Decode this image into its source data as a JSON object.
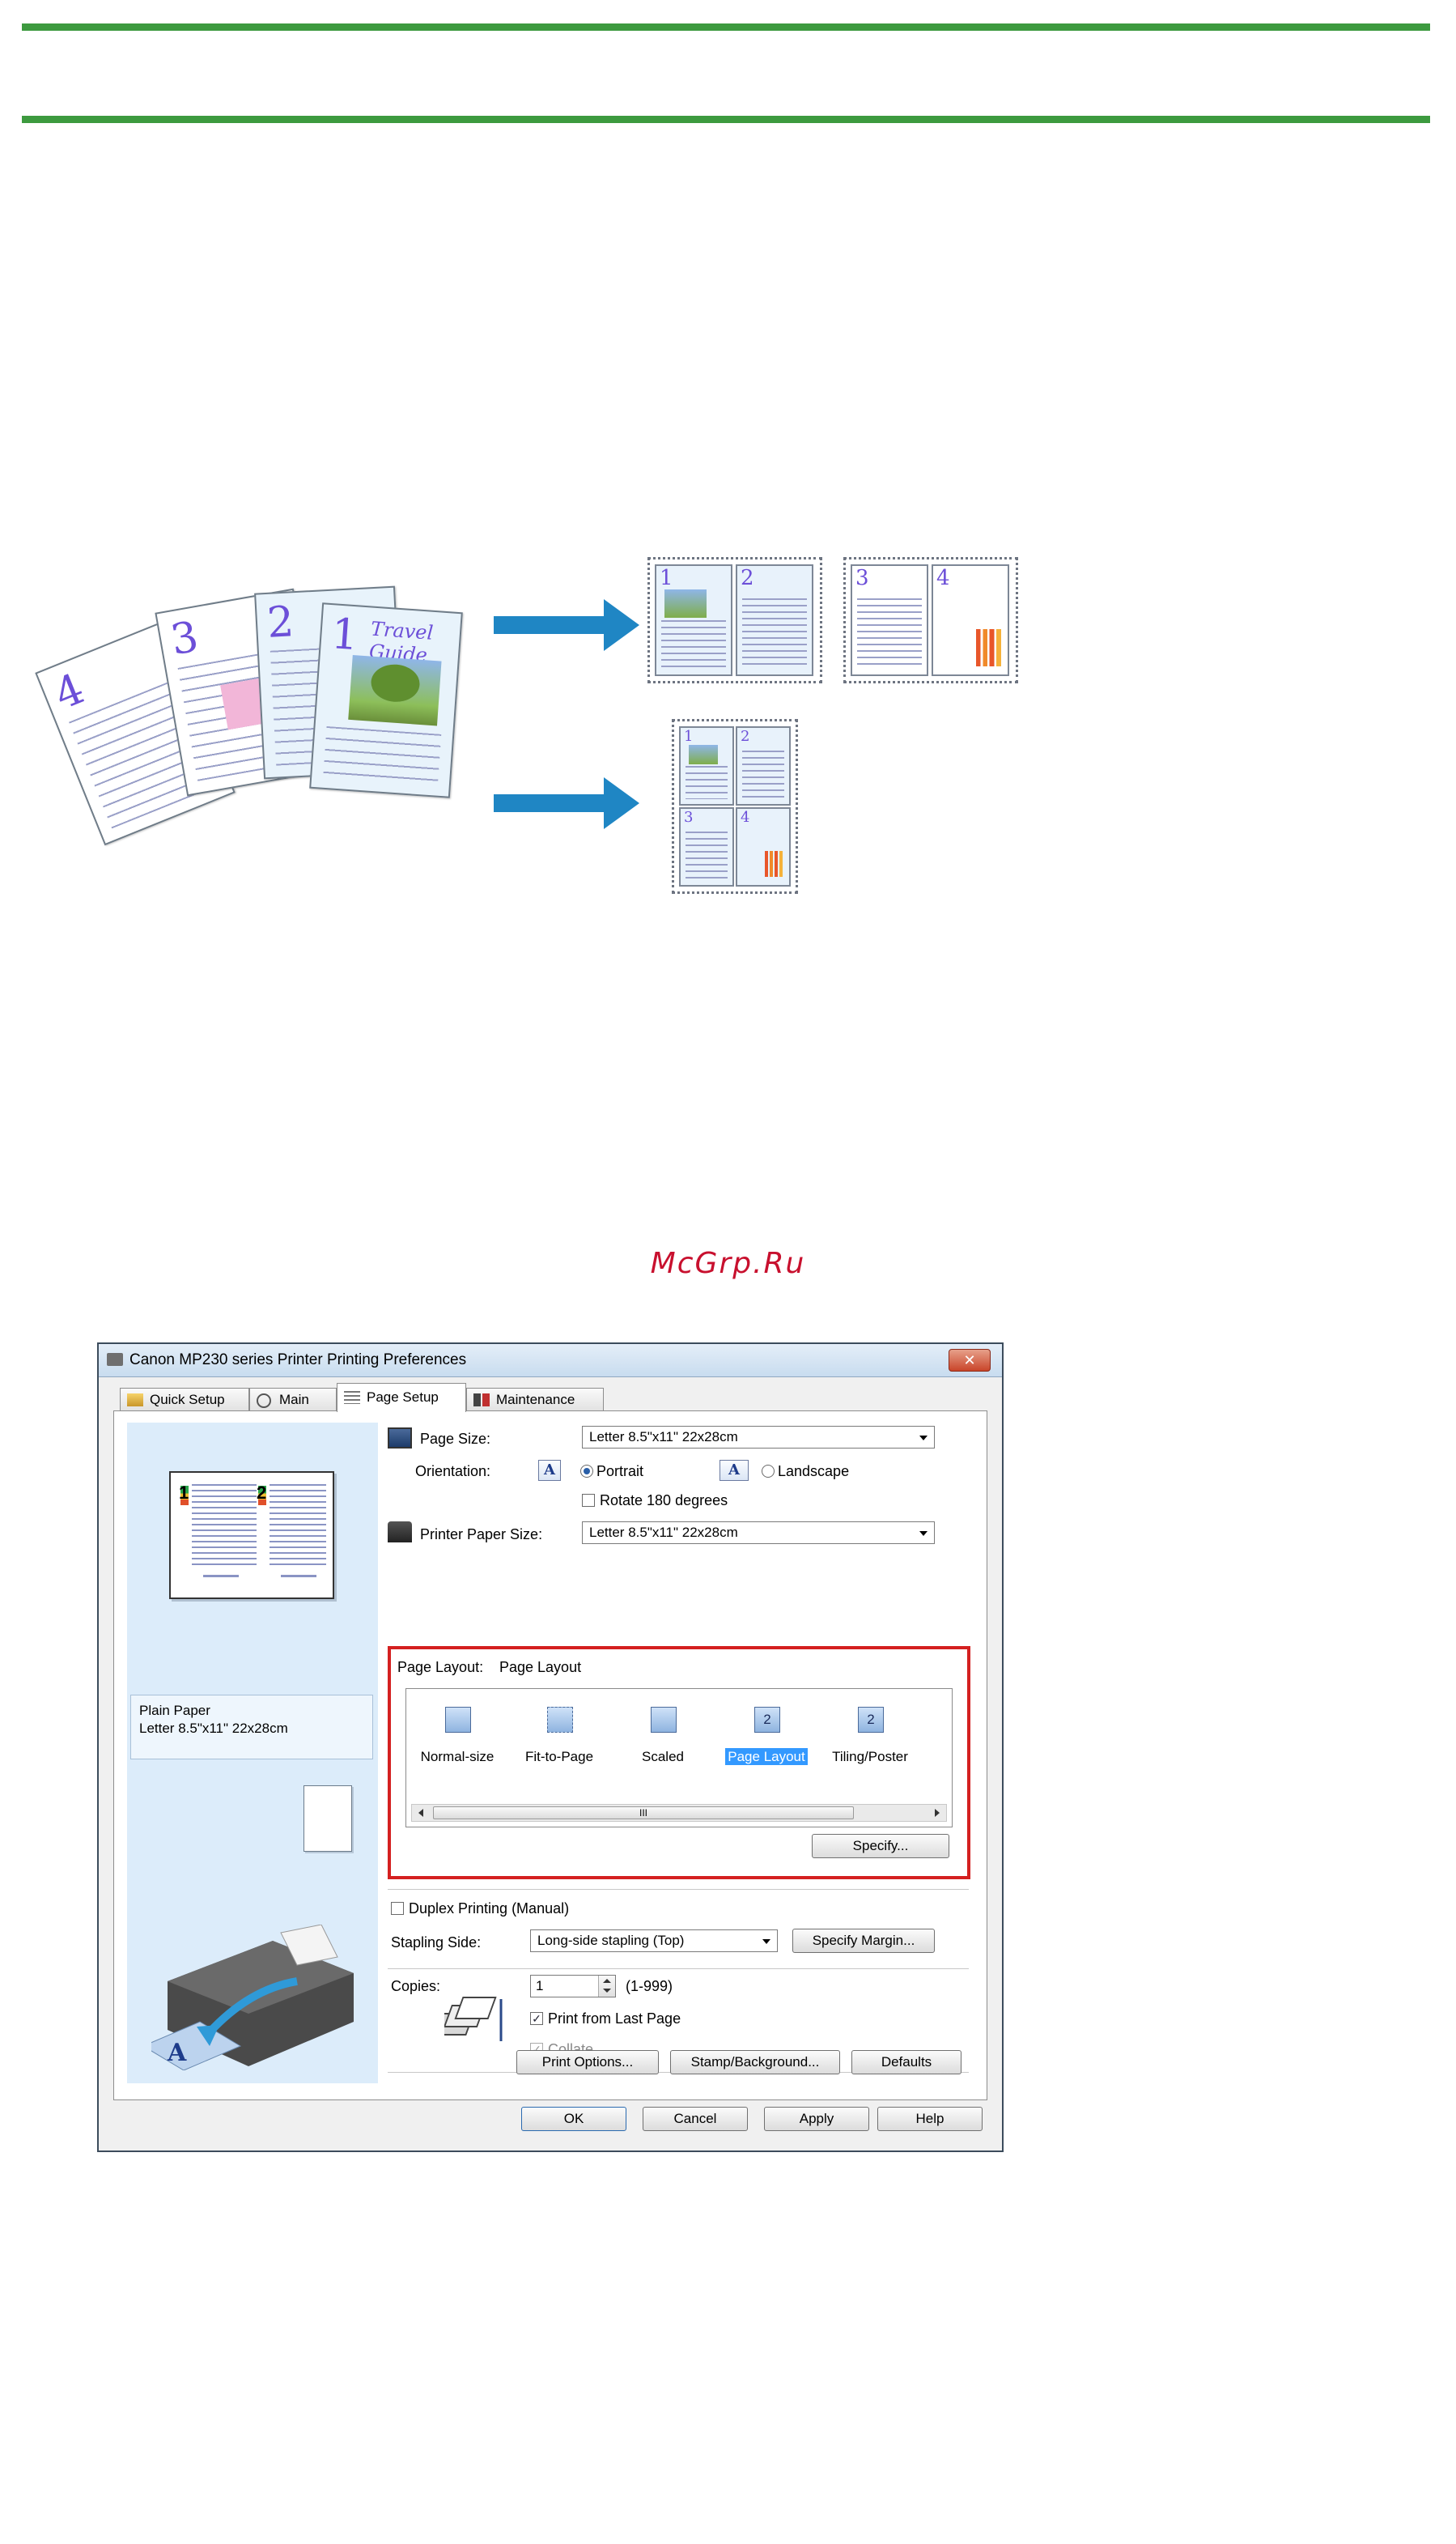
{
  "watermark": "McGrp.Ru",
  "illustration": {
    "source_pages": [
      {
        "number": "4"
      },
      {
        "number": "3"
      },
      {
        "number": "2"
      },
      {
        "number": "1",
        "script_title": "Travel Guide"
      }
    ]
  },
  "dialog": {
    "title": "Canon MP230 series Printer Printing Preferences",
    "close_glyph": "✕",
    "tabs": [
      {
        "label": "Quick Setup"
      },
      {
        "label": "Main"
      },
      {
        "label": "Page Setup"
      },
      {
        "label": "Maintenance"
      }
    ],
    "preview": {
      "num1": "1",
      "num2": "2",
      "media_line1": "Plain Paper",
      "media_line2": "Letter 8.5\"x11\" 22x28cm"
    },
    "page_size": {
      "label": "Page Size:",
      "value": "Letter 8.5\"x11\" 22x28cm"
    },
    "orientation": {
      "label": "Orientation:",
      "portrait": "Portrait",
      "landscape": "Landscape",
      "selected": "portrait",
      "rotate_label": "Rotate 180 degrees",
      "a_glyph": "A"
    },
    "printer_paper_size": {
      "label": "Printer Paper Size:",
      "value": "Letter 8.5\"x11\" 22x28cm"
    },
    "page_layout": {
      "label": "Page Layout:",
      "current": "Page Layout",
      "options": [
        {
          "label": "Normal-size",
          "glyph": ""
        },
        {
          "label": "Fit-to-Page",
          "glyph": ""
        },
        {
          "label": "Scaled",
          "glyph": ""
        },
        {
          "label": "Page Layout",
          "glyph": "2"
        },
        {
          "label": "Tiling/Poster",
          "glyph": "2"
        }
      ],
      "selected_index": 3,
      "scroll_glyph": "III",
      "specify_label": "Specify..."
    },
    "duplex": {
      "label": "Duplex Printing (Manual)",
      "checked": false
    },
    "stapling": {
      "label": "Stapling Side:",
      "value": "Long-side stapling (Top)",
      "margin_button": "Specify Margin..."
    },
    "copies": {
      "label": "Copies:",
      "value": "1",
      "range": "(1-999)",
      "print_last": "Print from Last Page",
      "collate": "Collate",
      "check_glyph": "✓"
    },
    "bottom_buttons": {
      "print_options": "Print Options...",
      "stamp": "Stamp/Background...",
      "defaults": "Defaults"
    },
    "footer_buttons": {
      "ok": "OK",
      "cancel": "Cancel",
      "apply": "Apply",
      "help": "Help"
    }
  }
}
